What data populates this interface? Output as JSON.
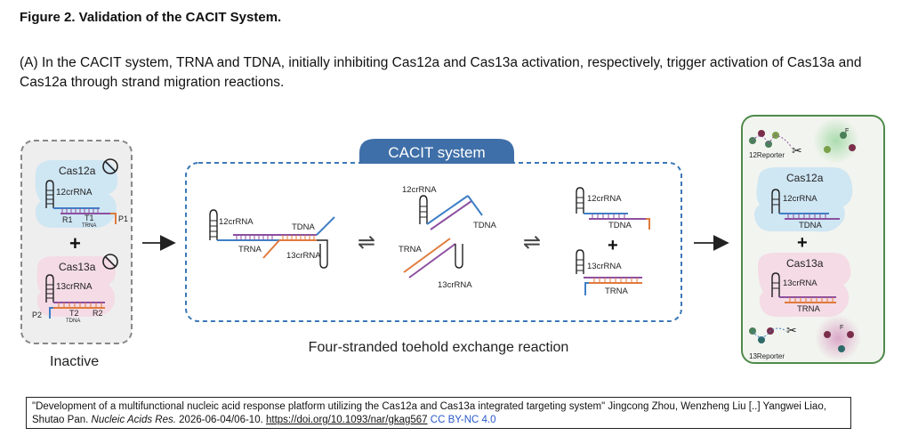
{
  "figure": {
    "title": "Figure 2. Validation of the CACIT System.",
    "caption": "(A) In the CACIT system, TRNA and TDNA, initially inhibiting Cas12a and Cas13a activation, respectively, trigger activation of Cas13a and Cas12a through strand migration reactions."
  },
  "diagram": {
    "left_panel": {
      "cas12a": "Cas12a",
      "crrna12": "12crRNA",
      "r1": "R1",
      "t1": "T1",
      "trna_small": "TRNA",
      "p1": "P1",
      "plus": "+",
      "cas13a": "Cas13a",
      "crrna13": "13crRNA",
      "p2": "P2",
      "t2": "T2",
      "tdna_small": "TDNA",
      "r2": "R2",
      "state": "Inactive"
    },
    "center_panel": {
      "banner": "CACIT system",
      "crrna12_a": "12crRNA",
      "trna_a": "TRNA",
      "tdna_a": "TDNA",
      "crrna13_a": "13crRNA",
      "crrna12_b": "12crRNA",
      "tdna_b": "TDNA",
      "trna_b": "TRNA",
      "crrna13_b": "13crRNA",
      "crrna12_c": "12crRNA",
      "tdna_c": "TDNA",
      "plus": "+",
      "crrna13_c": "13crRNA",
      "trna_c": "TRNA",
      "equilibrium": "⇌",
      "footer": "Four-stranded toehold exchange reaction"
    },
    "right_panel": {
      "reporter12": "12Reporter",
      "cas12a": "Cas12a",
      "crrna12": "12crRNA",
      "tdna": "TDNA",
      "plus": "+",
      "cas13a": "Cas13a",
      "crrna13": "13crRNA",
      "trna": "TRNA",
      "reporter13": "13Reporter",
      "fluor": "F"
    },
    "colors": {
      "blue_strand": "#3f7fc6",
      "purple_strand": "#8d4fa0",
      "orange_strand": "#e07a3c",
      "cas12a_body": "#cfe6f3",
      "cas13a_body": "#f4dbe5",
      "banner": "#3f6fa8",
      "panel_green": "#4f8a4a",
      "dashed_blue": "#3a78b5",
      "cas12a_glow": "#a7dbaa",
      "cas13a_glow": "#d9a5c6"
    },
    "icons": [
      "blocked-icon",
      "arrow-right-icon",
      "scissors-icon"
    ]
  },
  "citation": {
    "text": "\"Development of a multifunctional nucleic acid response platform utilizing the Cas12a and Cas13a integrated targeting system\" Jingcong Zhou, Wenzheng Liu [..] Yangwei Liao, Shutao Pan.",
    "journal": "Nucleic Acids Res.",
    "date": "2026-06-04/06-10.",
    "doi": "https://doi.org/10.1093/nar/gkag567",
    "license": "CC BY-NC 4.0"
  }
}
